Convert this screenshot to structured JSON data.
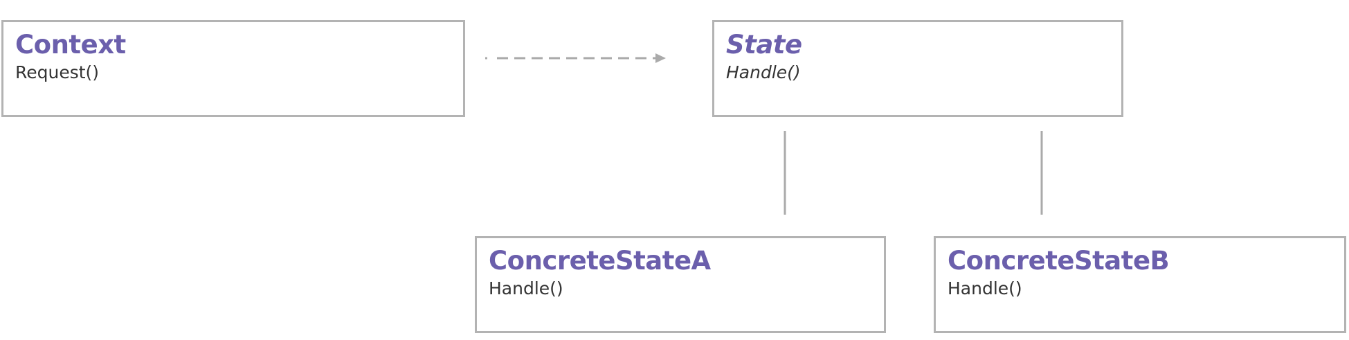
{
  "diagram": {
    "type": "uml-class-diagram",
    "colors": {
      "class_name": "#6b5fac",
      "method_text": "#333333",
      "border": "#b3b3b3",
      "connector": "#aaaaaa"
    },
    "classes": [
      {
        "id": "context",
        "name": "Context",
        "method": "Request()",
        "abstract": false
      },
      {
        "id": "state",
        "name": "State",
        "method": "Handle()",
        "abstract": true
      },
      {
        "id": "concrete_a",
        "name": "ConcreteStateA",
        "method": "Handle()",
        "abstract": false
      },
      {
        "id": "concrete_b",
        "name": "ConcreteStateB",
        "method": "Handle()",
        "abstract": false
      }
    ],
    "relations": [
      {
        "from": "context",
        "to": "state",
        "kind": "dashed-arrow"
      },
      {
        "from": "state",
        "to": "concrete_a",
        "kind": "solid-line"
      },
      {
        "from": "state",
        "to": "concrete_b",
        "kind": "solid-line"
      }
    ]
  }
}
